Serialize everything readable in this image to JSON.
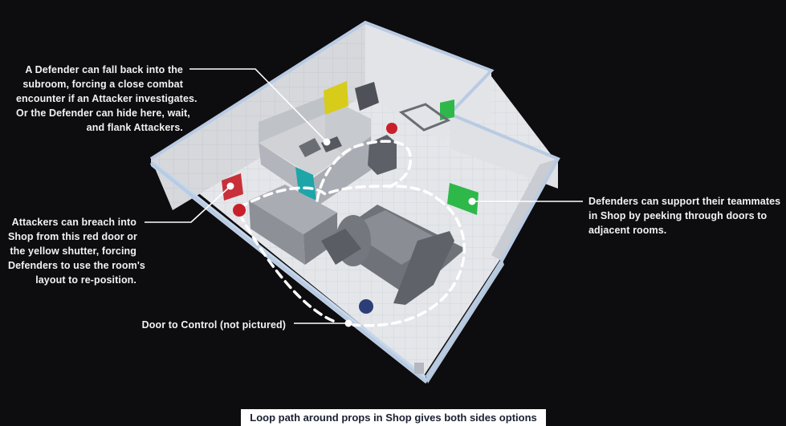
{
  "annotations": {
    "subroom": [
      "A Defender can fall back into the",
      "subroom, forcing a close combat",
      "encounter if an Attacker investigates.",
      "Or the Defender can hide here, wait,",
      "and flank Attackers."
    ],
    "breach": [
      "Attackers can breach into",
      "Shop from this red door or",
      "the yellow shutter, forcing",
      "Defenders to use the room's",
      "layout to re-position."
    ],
    "support": [
      "Defenders can support their teammates",
      "in Shop by peeking through doors to",
      "adjacent rooms."
    ],
    "door": "Door to Control (not pictured)"
  },
  "caption": "Loop path around props in Shop gives both sides options",
  "colors": {
    "background": "#0d0c0f",
    "annotation_text": "#f2f2f2",
    "red_door": "#c8303a",
    "yellow_shutter": "#d8cc1a",
    "green_door": "#2fb84a",
    "teal_door": "#1ea5a8",
    "defender_marker": "#2c3e78",
    "attacker_marker": "#c8202a",
    "path": "#ffffff"
  },
  "icons": [
    "callout-dot",
    "attacker-marker",
    "defender-marker"
  ]
}
